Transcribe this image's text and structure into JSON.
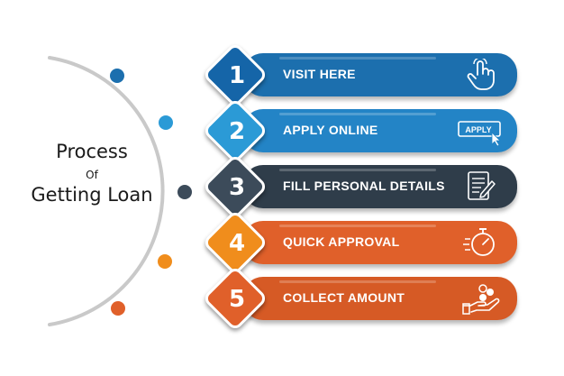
{
  "title": {
    "line1": "Process",
    "line2": "Of",
    "line3": "Getting Loan"
  },
  "steps": [
    {
      "number": "1",
      "label": "VISIT HERE",
      "icon": "hand-pointer-icon",
      "bar_color": "#1c6fae",
      "diamond_color": "#1565a8"
    },
    {
      "number": "2",
      "label": "APPLY ONLINE",
      "icon": "apply-button-icon",
      "bar_color": "#2384c6",
      "diamond_color": "#2b9ad6"
    },
    {
      "number": "3",
      "label": "FILL PERSONAL DETAILS",
      "icon": "document-edit-icon",
      "bar_color": "#2f3d4a",
      "diamond_color": "#3c4b5a"
    },
    {
      "number": "4",
      "label": "QUICK APPROVAL",
      "icon": "stopwatch-icon",
      "bar_color": "#e0602a",
      "diamond_color": "#f08d1c"
    },
    {
      "number": "5",
      "label": "COLLECT AMOUNT",
      "icon": "hand-coins-icon",
      "bar_color": "#d65a25",
      "diamond_color": "#e0602a"
    }
  ],
  "arc_dots": [
    {
      "color": "#1c6fae"
    },
    {
      "color": "#2b9ad6"
    },
    {
      "color": "#3c4b5a"
    },
    {
      "color": "#f08d1c"
    },
    {
      "color": "#e0602a"
    }
  ],
  "apply_icon_text": "APPLY"
}
